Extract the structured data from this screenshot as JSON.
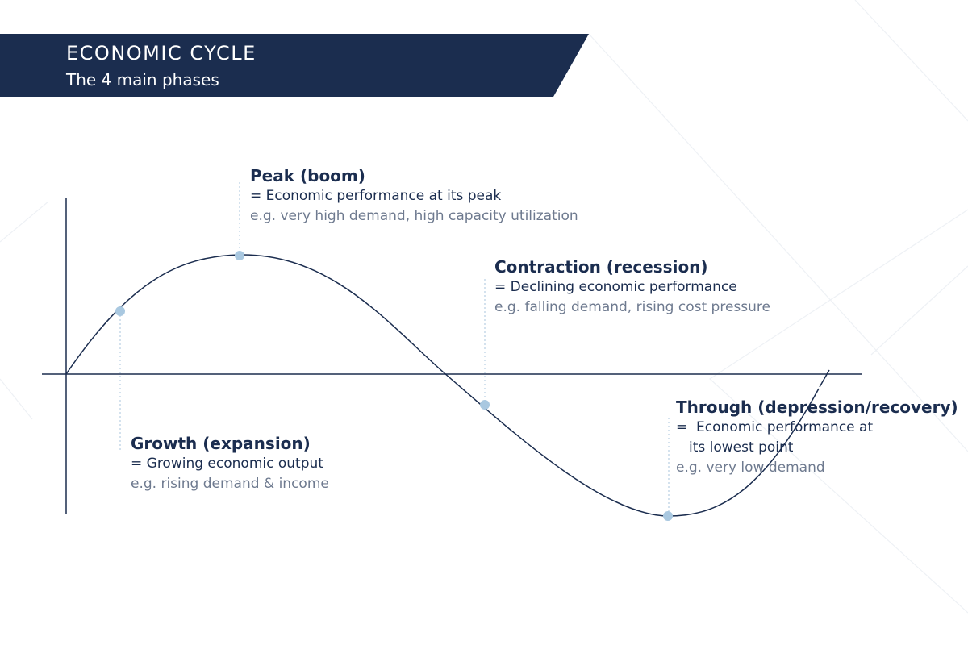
{
  "header": {
    "title": "ECONOMIC CYCLE",
    "subtitle": "The 4 main phases"
  },
  "phases": {
    "peak": {
      "title": "Peak (boom)",
      "definition": "= Economic performance at its peak",
      "example": "e.g. very high demand, high capacity utilization"
    },
    "contraction": {
      "title": "Contraction (recession)",
      "definition": "= Declining economic performance",
      "example": "e.g. falling demand, rising cost pressure"
    },
    "trough": {
      "title": "Through (depression/recovery)",
      "definition_line1": "=  Economic performance at",
      "definition_line2": "its lowest point",
      "example": "e.g. very low demand"
    },
    "growth": {
      "title": "Growth (expansion)",
      "definition": "= Growing economic output",
      "example": "e.g. rising demand & income"
    }
  },
  "colors": {
    "navy": "#1b2d4f",
    "marker": "#a9c8e0",
    "guide": "#b7cfe2",
    "example_text": "#6e7a8f",
    "background_lines": "#eef1f5"
  }
}
